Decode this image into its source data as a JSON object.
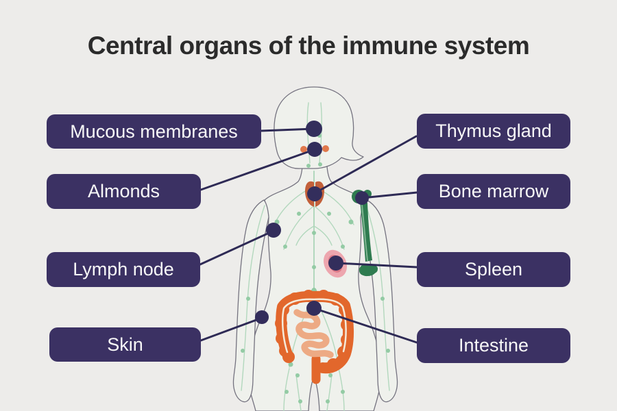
{
  "title": "Central organs of the immune system",
  "labels": [
    {
      "id": "mucous-membranes",
      "text": "Mucous membranes",
      "side": "left"
    },
    {
      "id": "almonds",
      "text": "Almonds",
      "side": "left"
    },
    {
      "id": "lymph-node",
      "text": "Lymph node",
      "side": "left"
    },
    {
      "id": "skin",
      "text": "Skin",
      "side": "left"
    },
    {
      "id": "thymus-gland",
      "text": "Thymus gland",
      "side": "right"
    },
    {
      "id": "bone-marrow",
      "text": "Bone marrow",
      "side": "right"
    },
    {
      "id": "spleen",
      "text": "Spleen",
      "side": "right"
    },
    {
      "id": "intestine",
      "text": "Intestine",
      "side": "right"
    }
  ],
  "illustration": {
    "figure": "human-body-silhouette-with-lymphatic-network",
    "marked_points": [
      "mucous-membranes",
      "almonds",
      "lymph-node",
      "skin",
      "thymus-gland",
      "bone-marrow",
      "spleen",
      "intestine"
    ],
    "organ_shapes": [
      "thymus",
      "tonsils",
      "humerus-bone",
      "spleen",
      "colon",
      "small-intestine"
    ]
  },
  "colors": {
    "background": "#edecea",
    "title_text": "#2b2b2b",
    "label_box": "#3b3163",
    "label_text": "#f7f7f7",
    "connector": "#2e2a55",
    "marker_dot": "#332e5c",
    "body_fill": "#eff1ec",
    "body_outline": "#74727f",
    "vessel": "#b2d8bd",
    "vessel_node": "#93cba4",
    "thymus": "#c2603a",
    "tonsil": "#e0794b",
    "bone": "#2f7b50",
    "bone_highlight": "#7fb591",
    "spleen_outer": "#eda6ae",
    "spleen_inner": "#dd7b88",
    "colon": "#e2672c",
    "colon_line": "#f5ead9",
    "small_intestine": "#edaa84"
  }
}
